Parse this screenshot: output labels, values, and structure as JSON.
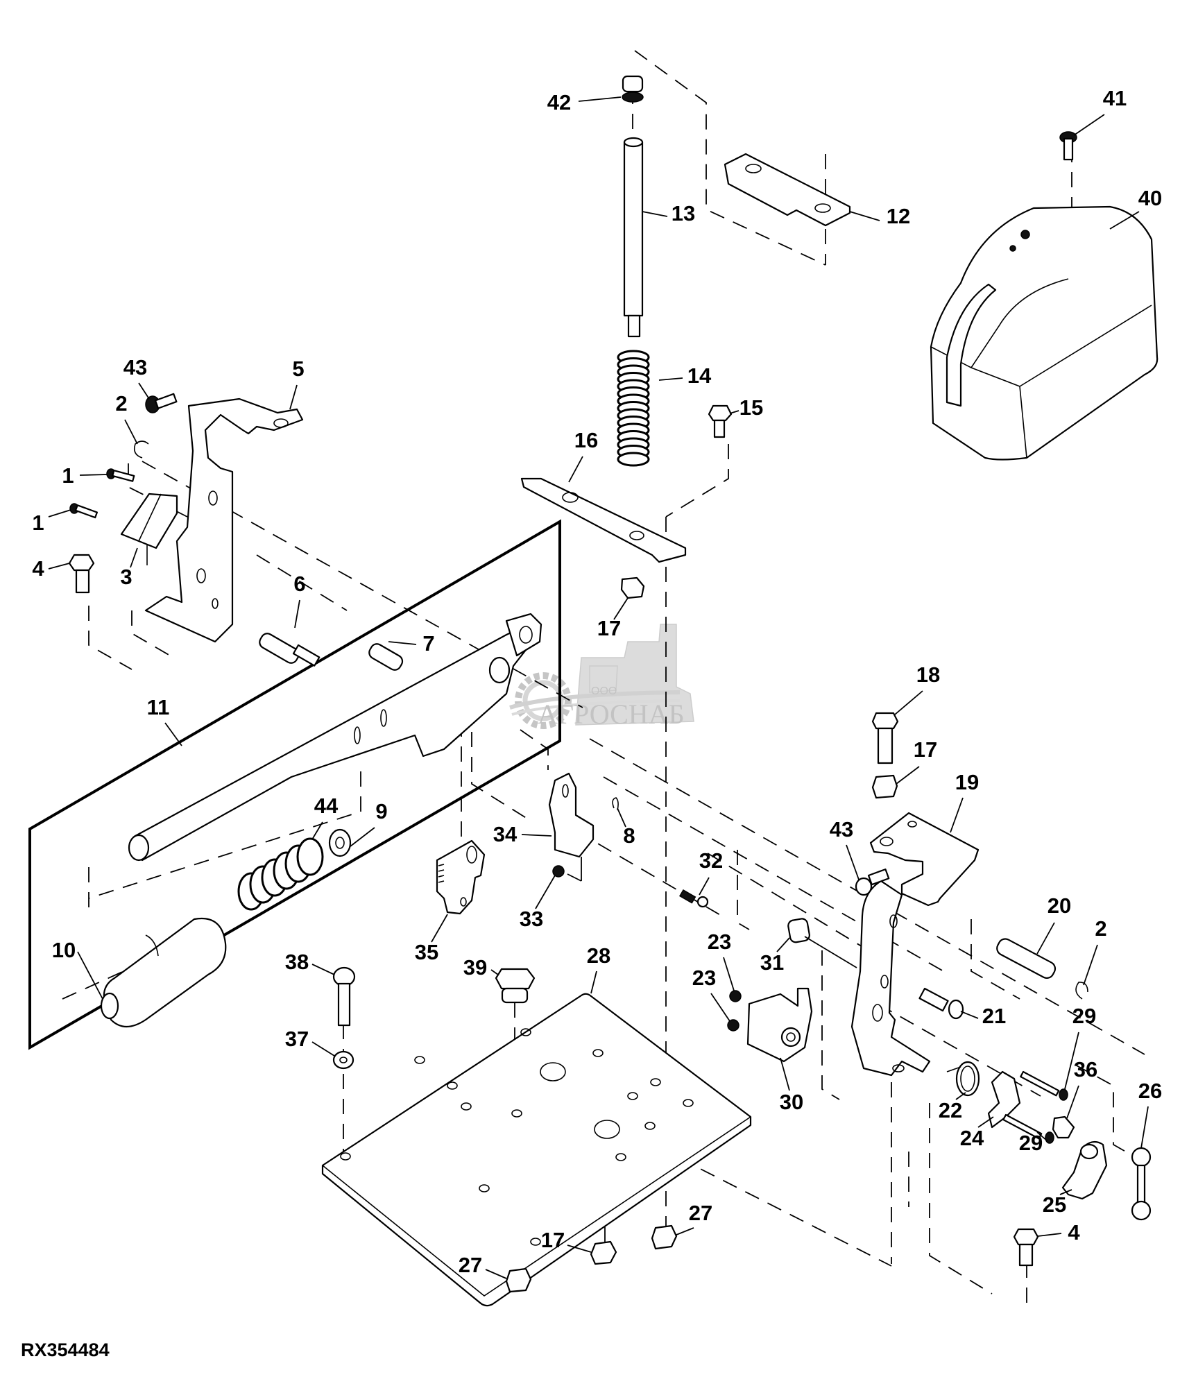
{
  "figure": {
    "id_label": "RX354484",
    "title": "Exploded parts diagram - hand lever / control assembly"
  },
  "watermark": {
    "prefix": "ООО",
    "brand": "АГРОСНАБ"
  },
  "callouts": [
    {
      "key": "c42",
      "number": "42",
      "part": "cap"
    },
    {
      "key": "c13",
      "number": "13",
      "part": "rod"
    },
    {
      "key": "c12",
      "number": "12",
      "part": "plate"
    },
    {
      "key": "c41",
      "number": "41",
      "part": "screw"
    },
    {
      "key": "c40",
      "number": "40",
      "part": "cover"
    },
    {
      "key": "c43a",
      "number": "43",
      "part": "flange bolt"
    },
    {
      "key": "c5",
      "number": "5",
      "part": "bracket"
    },
    {
      "key": "c2a",
      "number": "2",
      "part": "retaining ring"
    },
    {
      "key": "c1a",
      "number": "1",
      "part": "screw"
    },
    {
      "key": "c1b",
      "number": "1",
      "part": "screw"
    },
    {
      "key": "c3",
      "number": "3",
      "part": "switch"
    },
    {
      "key": "c4a",
      "number": "4",
      "part": "cap screw"
    },
    {
      "key": "c6",
      "number": "6",
      "part": "pin"
    },
    {
      "key": "c7",
      "number": "7",
      "part": "bushing"
    },
    {
      "key": "c16",
      "number": "16",
      "part": "strap"
    },
    {
      "key": "c14",
      "number": "14",
      "part": "spring"
    },
    {
      "key": "c15",
      "number": "15",
      "part": "flange bolt"
    },
    {
      "key": "c17a",
      "number": "17",
      "part": "nut"
    },
    {
      "key": "c11",
      "number": "11",
      "part": "lever"
    },
    {
      "key": "c44",
      "number": "44",
      "part": "spring"
    },
    {
      "key": "c9",
      "number": "9",
      "part": "washer"
    },
    {
      "key": "c10",
      "number": "10",
      "part": "handle grip"
    },
    {
      "key": "c34",
      "number": "34",
      "part": "latch"
    },
    {
      "key": "c8",
      "number": "8",
      "part": "retaining ring"
    },
    {
      "key": "c32",
      "number": "32",
      "part": "stud"
    },
    {
      "key": "c33",
      "number": "33",
      "part": "nut"
    },
    {
      "key": "c35",
      "number": "35",
      "part": "cam"
    },
    {
      "key": "c18",
      "number": "18",
      "part": "cap screw"
    },
    {
      "key": "c17b",
      "number": "17",
      "part": "nut"
    },
    {
      "key": "c19",
      "number": "19",
      "part": "bracket"
    },
    {
      "key": "c43b",
      "number": "43",
      "part": "flange bolt"
    },
    {
      "key": "c20",
      "number": "20",
      "part": "pin"
    },
    {
      "key": "c2b",
      "number": "2",
      "part": "retaining ring"
    },
    {
      "key": "c31",
      "number": "31",
      "part": "spacer"
    },
    {
      "key": "c23a",
      "number": "23",
      "part": "nut"
    },
    {
      "key": "c23b",
      "number": "23",
      "part": "nut"
    },
    {
      "key": "c21",
      "number": "21",
      "part": "cap screw"
    },
    {
      "key": "c30",
      "number": "30",
      "part": "potentiometer"
    },
    {
      "key": "c29a",
      "number": "29",
      "part": "screw"
    },
    {
      "key": "c36",
      "number": "36",
      "part": "nut"
    },
    {
      "key": "c26",
      "number": "26",
      "part": "link"
    },
    {
      "key": "c22",
      "number": "22",
      "part": "spring"
    },
    {
      "key": "c24",
      "number": "24",
      "part": "bracket"
    },
    {
      "key": "c29b",
      "number": "29",
      "part": "screw"
    },
    {
      "key": "c25",
      "number": "25",
      "part": "arm"
    },
    {
      "key": "c4b",
      "number": "4",
      "part": "cap screw"
    },
    {
      "key": "c38",
      "number": "38",
      "part": "cap screw"
    },
    {
      "key": "c39",
      "number": "39",
      "part": "plug"
    },
    {
      "key": "c28",
      "number": "28",
      "part": "plate"
    },
    {
      "key": "c37",
      "number": "37",
      "part": "washer"
    },
    {
      "key": "c27a",
      "number": "27",
      "part": "nut"
    },
    {
      "key": "c17c",
      "number": "17",
      "part": "nut"
    },
    {
      "key": "c27b",
      "number": "27",
      "part": "nut"
    }
  ]
}
